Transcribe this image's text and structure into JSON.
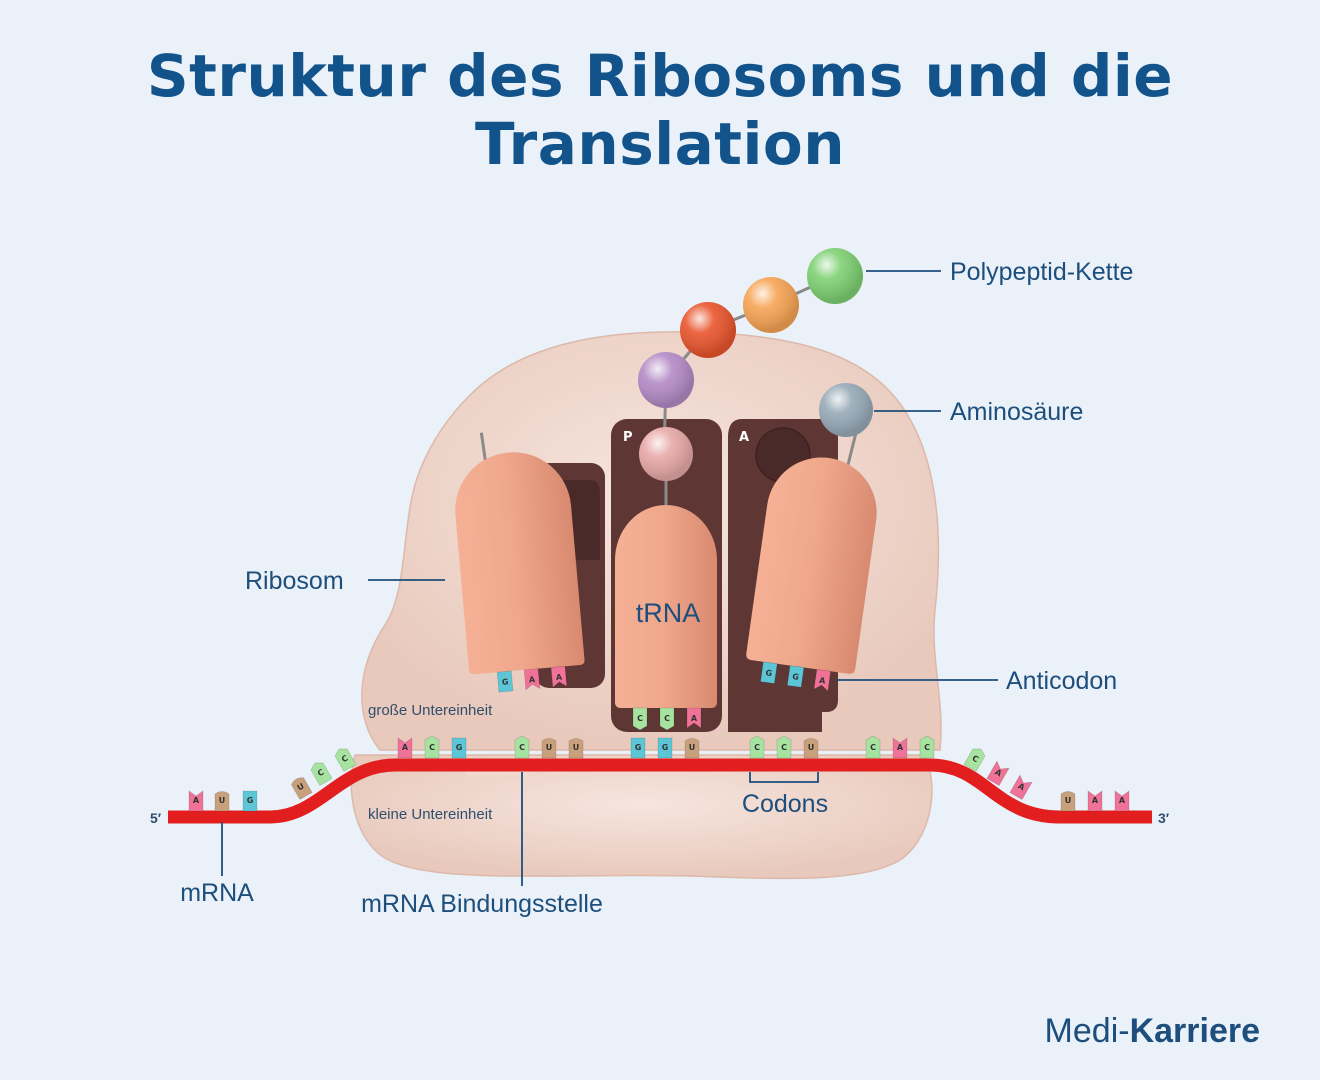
{
  "title": "Struktur des Ribosoms und die Translation",
  "labels": {
    "polypeptide": "Polypeptid-Kette",
    "amino_acid": "Aminosäure",
    "ribosome": "Ribosom",
    "trna": "tRNA",
    "anticodon": "Anticodon",
    "large_subunit": "große Untereinheit",
    "small_subunit": "kleine Untereinheit",
    "codons": "Codons",
    "mrna": "mRNA",
    "mrna_binding_site": "mRNA Bindungsstelle",
    "five_prime": "5′",
    "three_prime": "3′",
    "p_site": "P",
    "a_site": "A"
  },
  "trna_left_anticodon": [
    "G",
    "A",
    "A"
  ],
  "trna_middle_anticodon": [
    "C",
    "C",
    "A"
  ],
  "trna_right_anticodon": [
    "G",
    "G",
    "A"
  ],
  "mrna_bases": {
    "left_flat": [
      "A",
      "U",
      "G"
    ],
    "left_slope": [
      "U",
      "C",
      "C"
    ],
    "top": [
      "A",
      "C",
      "G",
      "C",
      "U",
      "U",
      "G",
      "G",
      "U",
      "C",
      "C",
      "U",
      "C",
      "A",
      "C"
    ],
    "right_slope": [
      "C",
      "A",
      "A"
    ],
    "right_flat": [
      "U",
      "A",
      "A"
    ]
  },
  "base_colors": {
    "A": "#f07298",
    "C": "#a6e3a0",
    "G": "#5cc6d6",
    "U": "#c9a07c"
  },
  "amino_colors": [
    "#b48bc6",
    "#e9552d",
    "#f7a454",
    "#7ed072"
  ],
  "brand": {
    "light": "Medi-",
    "bold": "Karriere"
  }
}
